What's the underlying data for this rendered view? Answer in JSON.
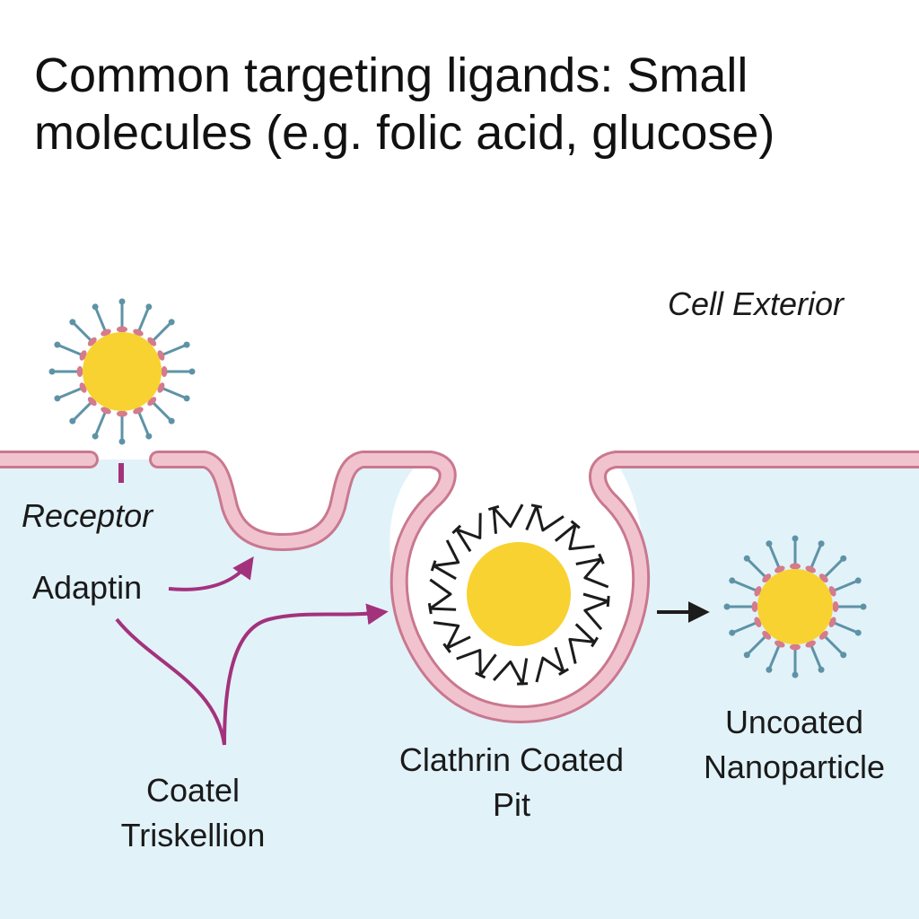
{
  "title": "Common targeting ligands: Small molecules (e.g. folic acid, glucose)",
  "labels": {
    "cell_exterior": "Cell Exterior",
    "receptor": "Receptor",
    "adaptin": "Adaptin",
    "coated_triskellion": [
      "Coatel",
      "Triskellion"
    ],
    "clathrin_coated_pit": [
      "Clathrin Coated",
      "Pit"
    ],
    "uncoated_nanoparticle": [
      "Uncoated",
      "Nanoparticle"
    ]
  },
  "colors": {
    "cytoplasm": "#e2f2f9",
    "membrane_fill": "#f1c3cf",
    "membrane_edge": "#c9788f",
    "nanoparticle_core": "#f8d231",
    "ligand_stalk": "#5e93a6",
    "ligand_tip": "#d47b8d",
    "arrow_magenta": "#a3327d",
    "clathrin": "#1c1c1c"
  }
}
